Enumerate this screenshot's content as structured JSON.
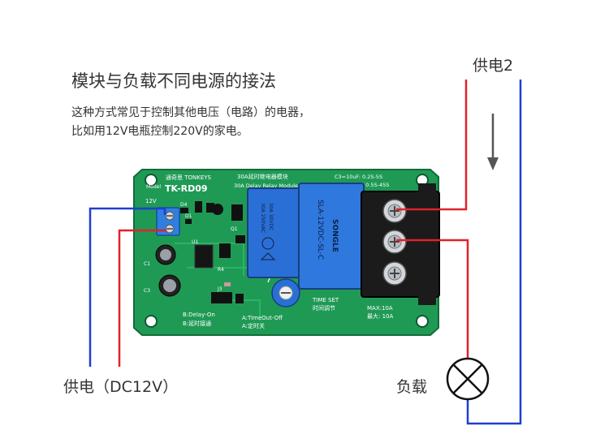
{
  "title": "模块与负载不同电源的接法",
  "description_line1": "这种方式常见于控制其他电压（电路）的电器，",
  "description_line2": "比如用12V电瓶控制220V的家电。",
  "labels": {
    "supply2": "供电2",
    "supply1": "供电（DC12V）",
    "load": "负载"
  },
  "board": {
    "brand": "通奇思 TONKEYS",
    "model_label": "Model",
    "model": "TK-RD09",
    "name_cn": "30A延时继电器模块",
    "name_en": "30A Delay Relay Module",
    "cap_note1": "C3=10uF: 0.2S-5S",
    "cap_note2": "C3=100uF: 0.5S-45S",
    "voltage_label": "12V",
    "mode_b_en": "B:Delay-On",
    "mode_b_cn": "B:延时接通",
    "mode_a_en": "A:TimeOut-Off",
    "mode_a_cn": "A:定时关",
    "time_set_en": "TIME SET",
    "time_set_cn": "时间调节",
    "max_en": "MAX:10A",
    "max_cn": "最大: 10A",
    "relay_model": "SLA-12VDC-SL-C",
    "relay_brand": "SONGLE",
    "relay_rating1": "30A 250VAC",
    "relay_rating2": "30A 30VDC",
    "components": [
      "D4",
      "D1",
      "C1",
      "C3",
      "R4",
      "J3",
      "Q1",
      "U1"
    ]
  },
  "colors": {
    "pcb": "#1f9a55",
    "wire_red": "#e0222a",
    "wire_blue": "#1f3fd0",
    "relay": "#2a6fd6",
    "terminal_block": "#1b1b1b"
  }
}
